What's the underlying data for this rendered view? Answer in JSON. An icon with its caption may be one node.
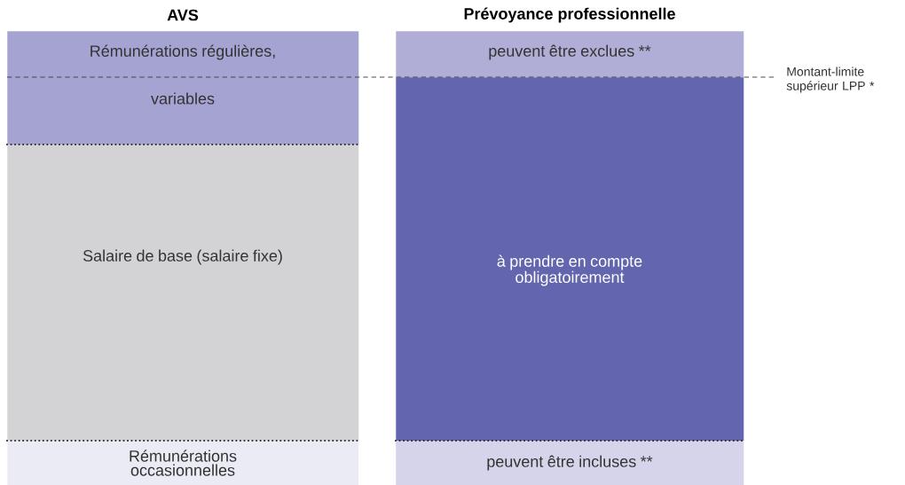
{
  "diagram": {
    "nodes": [
      {
        "text": [
          "Rémunérations régulières,",
          "variables"
        ]
      },
      {
        "text": [
          "Salaire de base (salaire fixe)"
        ]
      },
      {
        "text": [
          "Rémunérations occasionnelles"
        ]
      },
      {
        "text": [
          "peuvent être exclues **"
        ]
      },
      {
        "text": [
          "à prendre en compte obligatoirement"
        ]
      },
      {
        "text": [
          "peuvent être incluses **"
        ]
      }
    ],
    "labels": [
      "AVS",
      "Prévoyance professionnelle",
      "Montant-limite supérieur LPP *"
    ]
  }
}
